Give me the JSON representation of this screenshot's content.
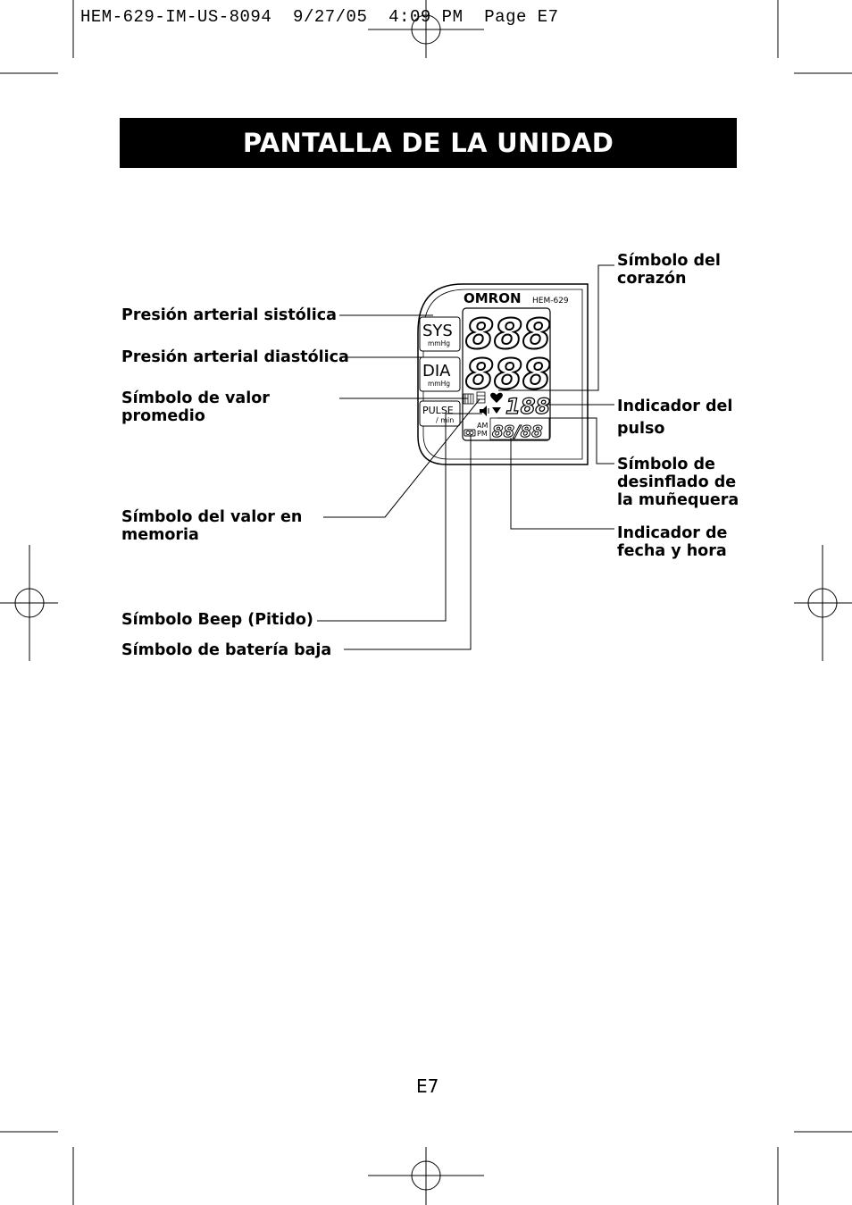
{
  "header_slug": "HEM-629-IM-US-8094  9/27/05  4:09 PM  Page E7",
  "title": "PANTALLA DE LA UNIDAD",
  "device": {
    "brand": "OMRON",
    "model": "HEM-629",
    "sys_label": "SYS",
    "dia_label": "DIA",
    "unit_mmhg": "mmHg",
    "pulse_label": "PULSE",
    "pulse_unit": "/ min",
    "am_label": "AM",
    "pm_label": "PM",
    "big_digits": "888",
    "pulse_digits": "188",
    "datetime_digits": "88/88"
  },
  "labels": {
    "sistolica": "Presión arterial sistólica",
    "diastolica": "Presión arterial diastólica",
    "promedio_l1": "Símbolo de valor",
    "promedio_l2": "promedio",
    "memoria_l1": "Símbolo del valor en",
    "memoria_l2": "memoria",
    "beep": "Símbolo Beep (Pitido)",
    "bateria": "Símbolo de batería baja",
    "corazon_l1": "Símbolo del",
    "corazon_l2": "corazón",
    "pulso_l1": "Indicador del",
    "pulso_l2": "pulso",
    "desinflado_l1": "Símbolo de",
    "desinflado_l2": "desinflado de",
    "desinflado_l3": "la muñequera",
    "fecha_l1": "Indicador de",
    "fecha_l2": "fecha y hora"
  },
  "page_number": "E7"
}
